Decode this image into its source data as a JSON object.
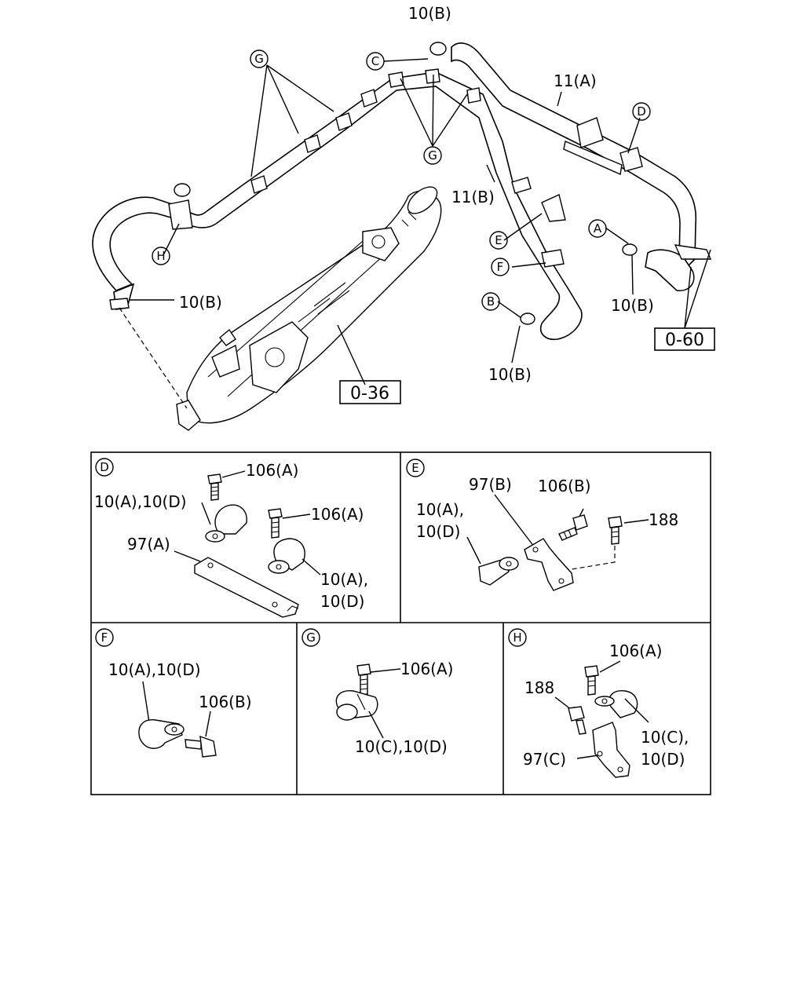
{
  "main_diagram": {
    "labels": {
      "top_10b": "10(B)",
      "hose_11a": "11(A)",
      "hose_11b": "11(B)",
      "left_10b": "10(B)",
      "right_10b": "10(B)",
      "bottom_10b": "10(B)"
    },
    "circles": {
      "g_top": "G",
      "g_mid": "G",
      "c": "C",
      "d": "D",
      "e": "E",
      "f": "F",
      "a": "A",
      "b": "B",
      "h": "H"
    },
    "refs": {
      "ref_036": "0-36",
      "ref_060": "0-60"
    }
  },
  "detail_d": {
    "circle": "D",
    "bolt_top": "106(A)",
    "bolt_mid": "106(A)",
    "clamp_left": "10(A),10(D)",
    "bracket": "97(A)",
    "clamp_right_1": "10(A),",
    "clamp_right_2": "10(D)"
  },
  "detail_e": {
    "circle": "E",
    "bracket": "97(B)",
    "bolt": "106(B)",
    "bolt_188": "188",
    "clamp_1": "10(A),",
    "clamp_2": "10(D)"
  },
  "detail_f": {
    "circle": "F",
    "clamp": "10(A),10(D)",
    "bolt": "106(B)"
  },
  "detail_g": {
    "circle": "G",
    "bolt": "106(A)",
    "clamp": "10(C),10(D)"
  },
  "detail_h": {
    "circle": "H",
    "bolt_top": "106(A)",
    "bolt_188": "188",
    "clamp_1": "10(C),",
    "clamp_2": "10(D)",
    "bracket": "97(C)"
  }
}
